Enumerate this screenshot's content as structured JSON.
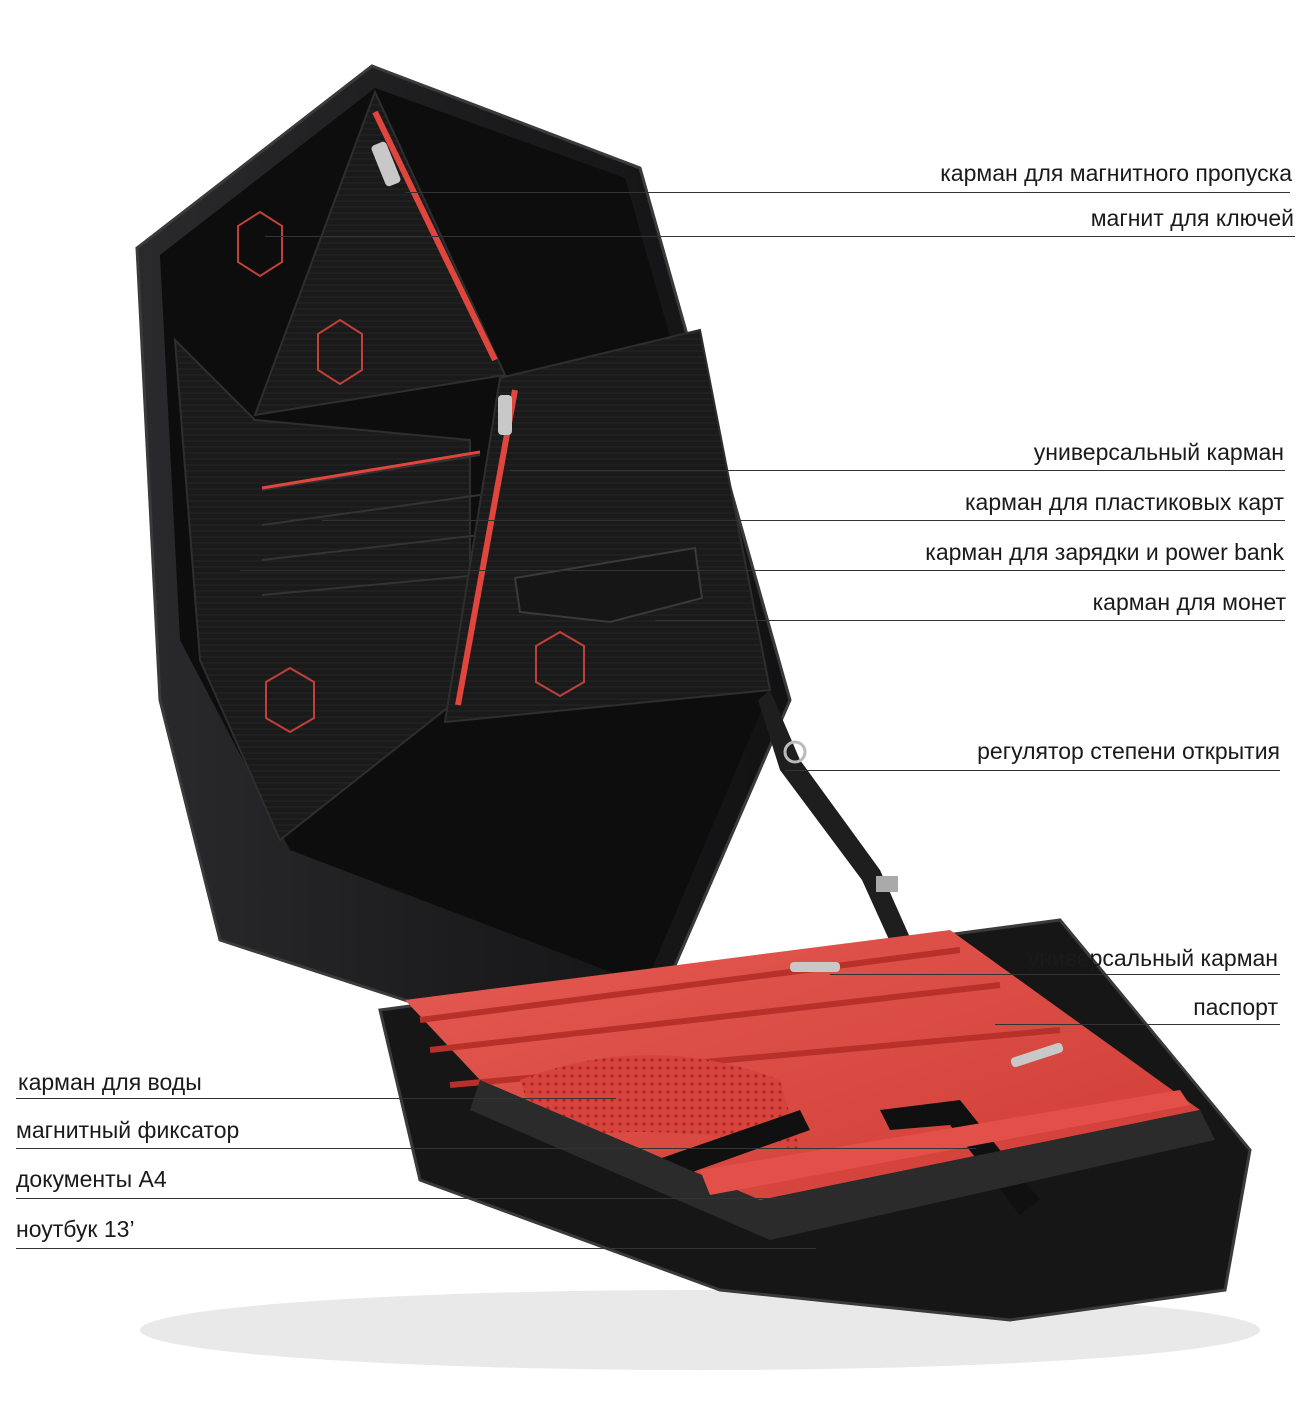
{
  "callouts": [
    {
      "id": "magnetic-pass-pocket",
      "text": "карман для магнитного пропуска"
    },
    {
      "id": "key-magnet",
      "text": "магнит для ключей"
    },
    {
      "id": "universal-pocket-top",
      "text": "универсальный карман"
    },
    {
      "id": "plastic-cards-pocket",
      "text": "карман для пластиковых карт"
    },
    {
      "id": "charger-pocket",
      "text": "карман для зарядки и power bank"
    },
    {
      "id": "coin-pocket",
      "text": "карман для монет"
    },
    {
      "id": "opening-regulator",
      "text": "регулятор степени открытия"
    },
    {
      "id": "universal-pocket-bottom",
      "text": "универсальный карман"
    },
    {
      "id": "passport",
      "text": "паспорт"
    },
    {
      "id": "water-pocket",
      "text": "карман для воды"
    },
    {
      "id": "magnetic-lock",
      "text": "магнитный фиксатор"
    },
    {
      "id": "a4-documents",
      "text": "документы А4"
    },
    {
      "id": "laptop",
      "text": "ноутбук 13’"
    }
  ],
  "colors": {
    "shell": "#1c1c1e",
    "lining": "#0d0d0d",
    "accent_red": "#e0453e",
    "zipper": "#c8c8c8",
    "text": "#1a1a1a"
  }
}
